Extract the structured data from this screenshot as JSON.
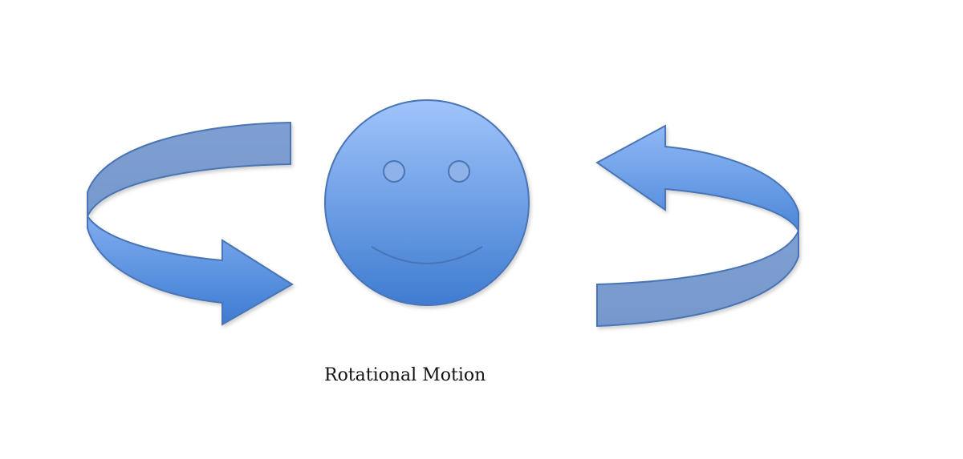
{
  "caption": "Rotational Motion",
  "colors": {
    "stroke": "#4a74b5",
    "face_light": "#a0c4fb",
    "face_dark": "#3f7cd1",
    "band_back": "#7b9dd0",
    "band_front_light": "#8fb8f5",
    "band_front_dark": "#3d7bd3"
  },
  "icons": [
    "counterclockwise-arrow-left",
    "smiley-face",
    "counterclockwise-arrow-right"
  ]
}
